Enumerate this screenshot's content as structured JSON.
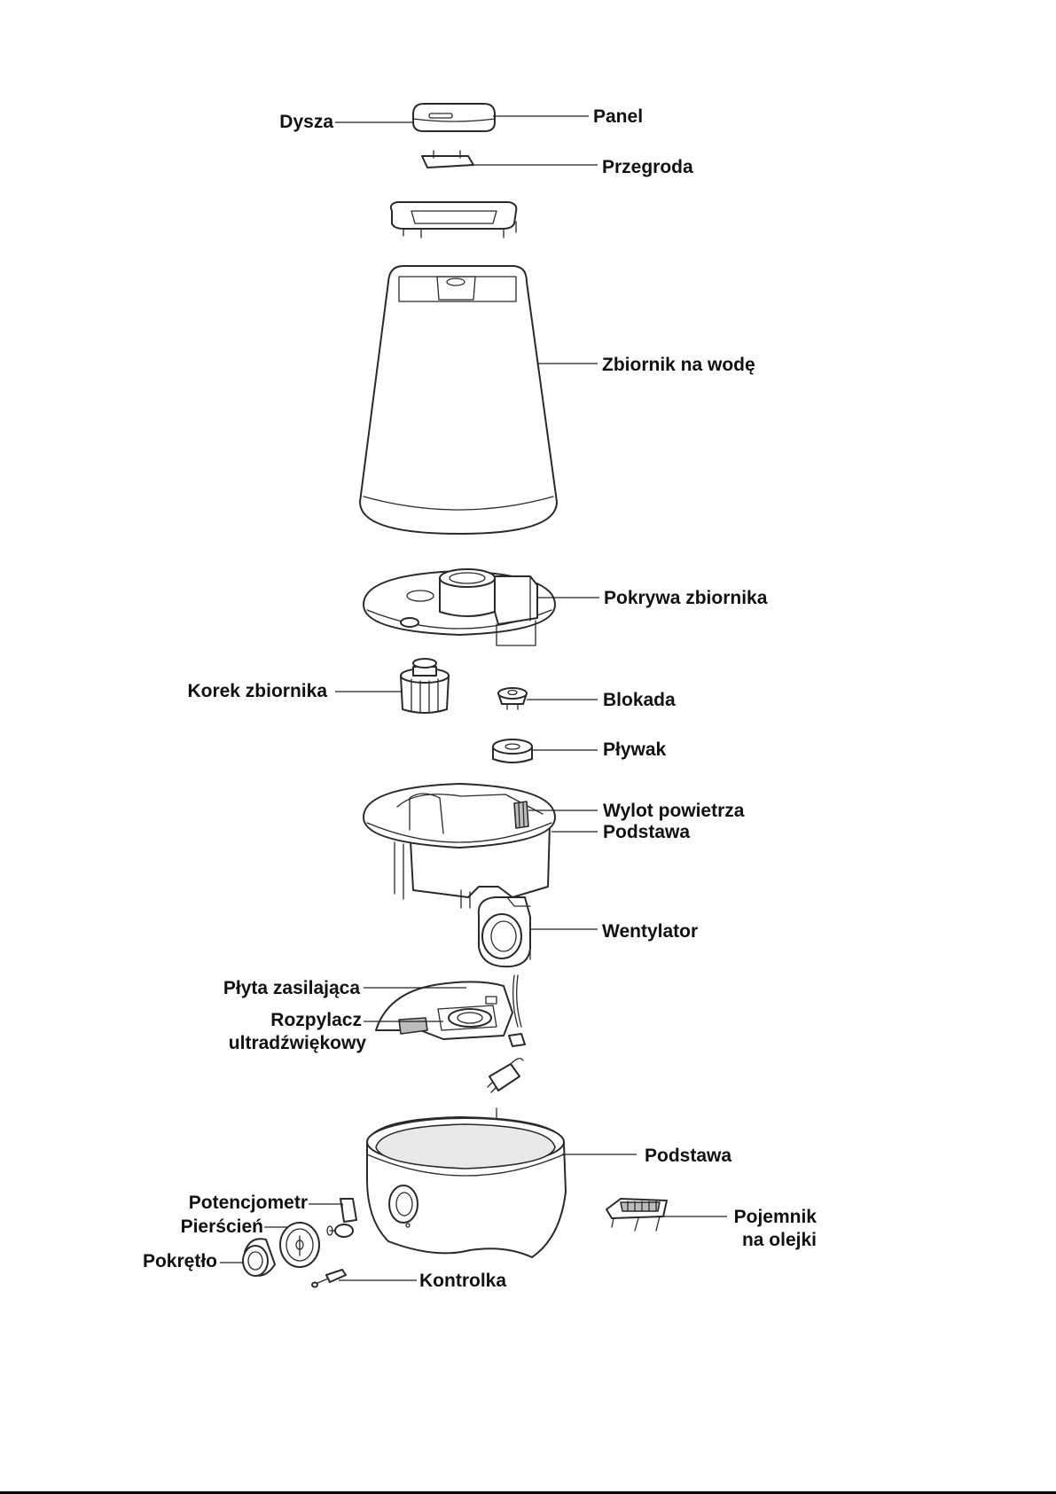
{
  "diagram": {
    "labels": {
      "dysza": "Dysza",
      "panel": "Panel",
      "przegroda": "Przegroda",
      "zbiornik": "Zbiornik na wodę",
      "pokrywa": "Pokrywa zbiornika",
      "korek": "Korek zbiornika",
      "blokada": "Blokada",
      "plywak": "Pływak",
      "wylot": "Wylot powietrza",
      "podstawa_upper": "Podstawa",
      "wentylator": "Wentylator",
      "plyta": "Płyta zasilająca",
      "rozpylacz_1": "Rozpylacz",
      "rozpylacz_2": "ultradźwiękowy",
      "podstawa_lower": "Podstawa",
      "potencjometr": "Potencjometr",
      "pierscien": "Pierścień",
      "pokretlo": "Pokrętło",
      "pojemnik_1": "Pojemnik",
      "pojemnik_2": "na olejki",
      "kontrolka": "Kontrolka"
    }
  }
}
